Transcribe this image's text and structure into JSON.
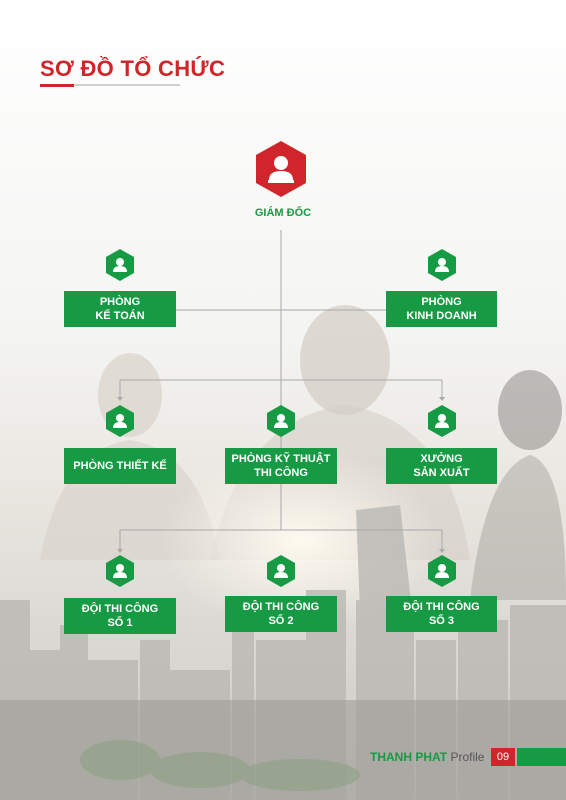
{
  "page_title": "SƠ ĐỒ TỔ CHỨC",
  "colors": {
    "brand_red": "#d0262b",
    "brand_green": "#179a44"
  },
  "org": {
    "ceo": "GIÁM ĐỐC",
    "ke_toan": "PHÒNG\nKẾ TOÁN",
    "kinh_doanh": "PHÒNG\nKINH DOANH",
    "thiet_ke": "PHÒNG THIẾT KẾ",
    "ky_thuat": "PHÒNG KỸ THUẬT\nTHI CÔNG",
    "xuong": "XƯỞNG\nSẢN XUẤT",
    "doi1": "ĐỘI THI CÔNG\nSỐ 1",
    "doi2": "ĐỘI THI CÔNG\nSỐ 2",
    "doi3": "ĐỘI THI CÔNG\nSỐ 3"
  },
  "icon": "person-icon",
  "footer": {
    "brand": "THANH PHAT",
    "sub": "Profile",
    "page": "09"
  }
}
